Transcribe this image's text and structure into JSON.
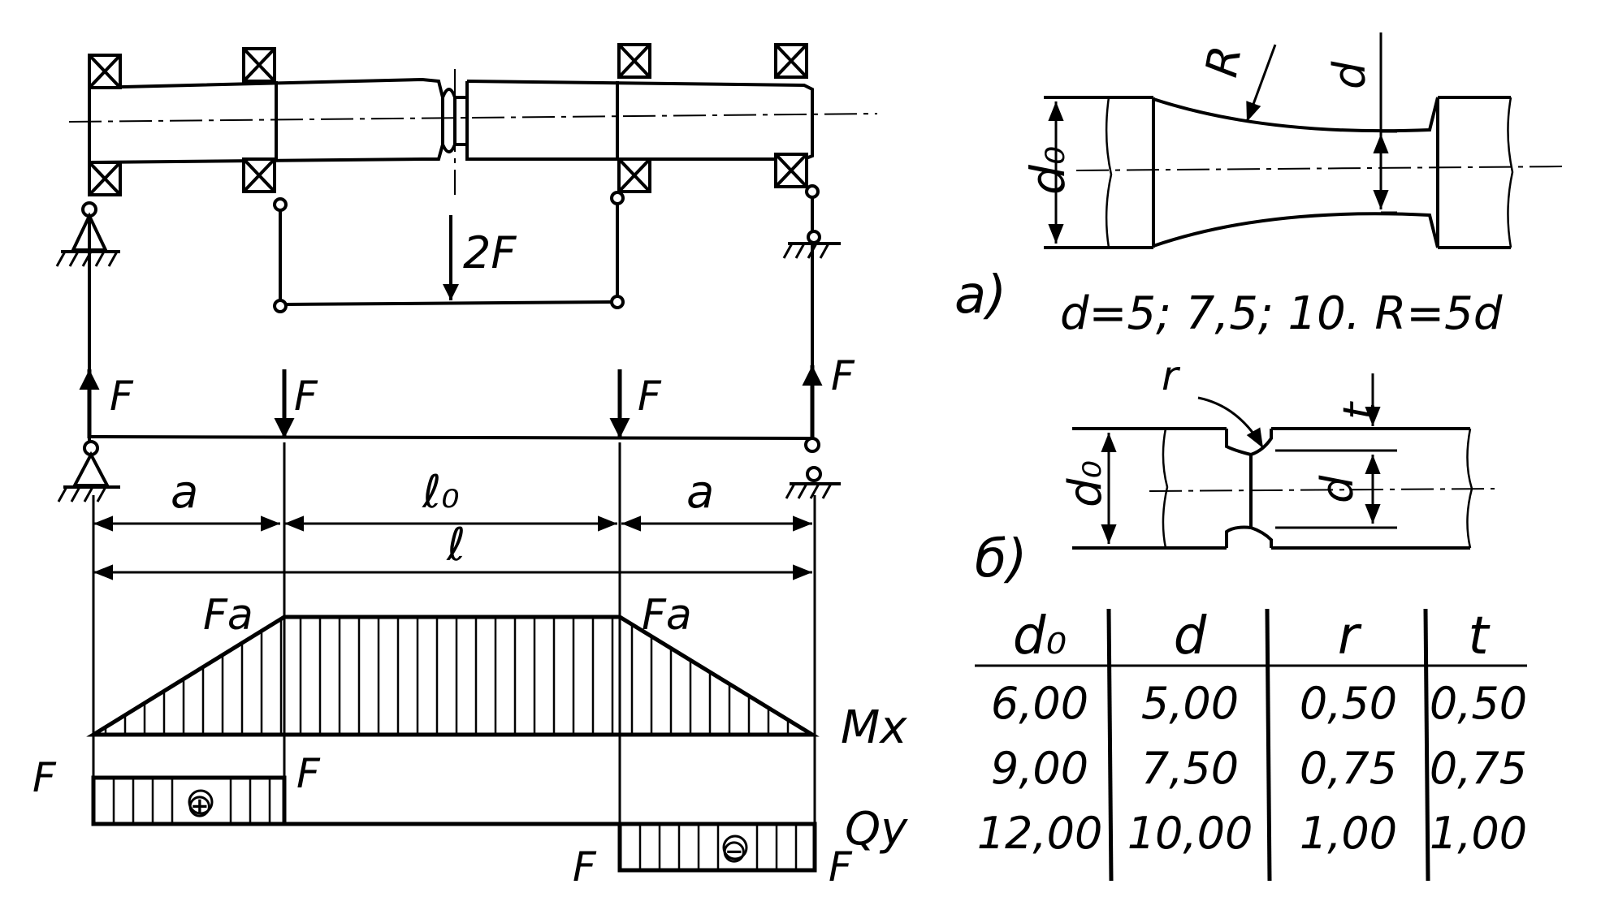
{
  "scheme": {
    "load_center": "2F",
    "force_left": "F",
    "force_inner_left": "F",
    "force_inner_right": "F",
    "force_right": "F",
    "dim_a_left": "a",
    "dim_l0": "ℓ₀",
    "dim_a_right": "a",
    "dim_l": "ℓ"
  },
  "moment_diagram": {
    "label_left": "Fa",
    "label_right": "Fa",
    "name": "Mx"
  },
  "shear_diagram": {
    "name": "Qy",
    "left_top": "F",
    "left_mid": "F",
    "right_bottom_left": "F",
    "right_bottom_right": "F",
    "sign_positive": "⊕",
    "sign_negative": "⊖"
  },
  "specimen_a": {
    "d0": "d₀",
    "d": "d",
    "R": "R",
    "caption": "a)",
    "params": "d=5; 7,5; 10. R=5d"
  },
  "specimen_b": {
    "d0": "d₀",
    "d": "d",
    "r": "r",
    "t": "t",
    "caption": "б)"
  },
  "table": {
    "headers": [
      "d₀",
      "d",
      "r",
      "t"
    ],
    "rows": [
      [
        "6,00",
        "5,00",
        "0,50",
        "0,50"
      ],
      [
        "9,00",
        "7,50",
        "0,75",
        "0,75"
      ],
      [
        "12,00",
        "10,00",
        "1,00",
        "1,00"
      ]
    ]
  }
}
